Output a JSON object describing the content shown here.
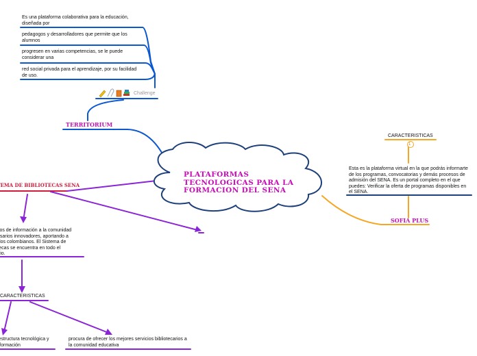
{
  "central_topic": "PLATAFORMAS TECNOLOGICAS PARA LA FORMACION DEL SENA",
  "territorium": {
    "label": "TERRITORIUM",
    "notes": [
      "Es una plataforma colaborativa para la educación, diseñada por",
      "pedagogos y desarrolladores que permite que los alumnos",
      "progresen en varias competencias, se le puede considerar una",
      "red social privada para el aprendizaje, por su facilidad de uso."
    ],
    "badge_text": "Challenge"
  },
  "bibliotecas": {
    "label": "SISTEMA DE BIBLIOTECAS SENA",
    "description": "recursos de información a la comunidad empresarios innovadores, aportando a todos los colombianos. El Sistema de bibliotecas se encuentra en todo el territorio.",
    "characteristics_label": "CARACTERISTICAS",
    "characteristics": [
      "infraestructura tecnológica y de información",
      "procura de ofrecer los mejores servicios bibliotecarios a la comunidad educativa"
    ]
  },
  "sofia_plus": {
    "label": "SOFIA PLUS",
    "description": "Esta es la plataforma virtual en la que podrás informarte de los programas, convocatorias y demás procesos de admisión del SENA. Es un portal completo en el que puedes: Verificar la oferta de programas disponibles en el SENA.",
    "characteristics_label": "CARACTERISTICAS",
    "characteristics_badge": "1"
  },
  "colors": {
    "magenta": "#c40fb4",
    "blue": "#0b57d0",
    "dark_blue": "#1d3f7a",
    "orange": "#f5a623",
    "purple": "#8a24d6",
    "red": "#d11b3a"
  }
}
